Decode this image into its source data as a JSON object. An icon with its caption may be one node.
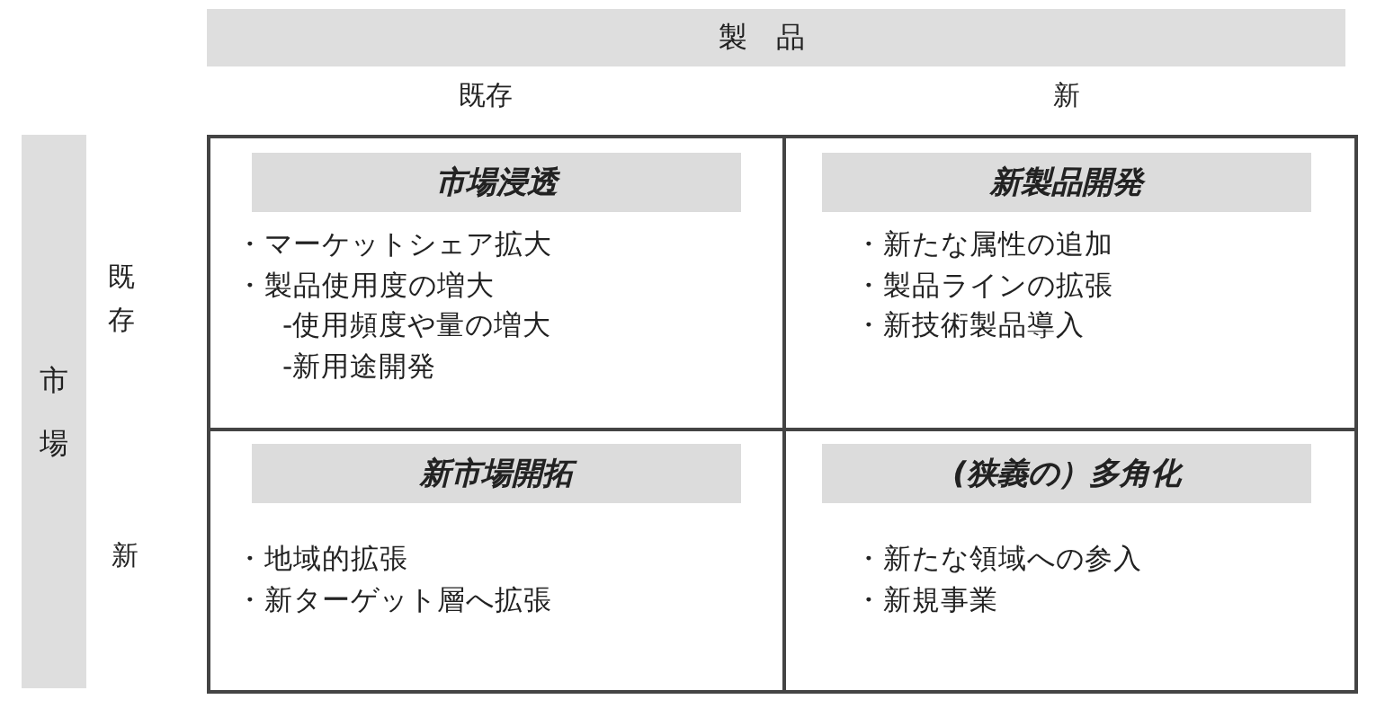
{
  "diagram": {
    "nodes": [
      {
        "text": [
          "製品"
        ]
      },
      {
        "text": [
          "市場"
        ]
      },
      {
        "text": [
          "・マーケットシェア拡大",
          "・製品使用度の増大",
          "-使用頻度や量の増大",
          "-新用途開発"
        ]
      },
      {
        "text": [
          "市場浸透"
        ],
        "in": 2
      },
      {
        "text": [
          "・新たな属性の追加",
          "・製品ラインの拡張",
          "・新技術製品導入"
        ]
      },
      {
        "text": [
          "新製品開発"
        ],
        "in": 4
      },
      {
        "text": [
          "・地域的拡張",
          "・新ターゲット層へ拡張"
        ]
      },
      {
        "text": [
          "新市場開拓"
        ],
        "in": 6
      },
      {
        "text": [
          "・新たな領域への参入",
          "・新規事業"
        ]
      },
      {
        "text": [
          "(狭義の）多角化"
        ],
        "in": 8
      }
    ],
    "edges": [],
    "labels": [
      "既存",
      "新",
      "既存",
      "新"
    ]
  }
}
